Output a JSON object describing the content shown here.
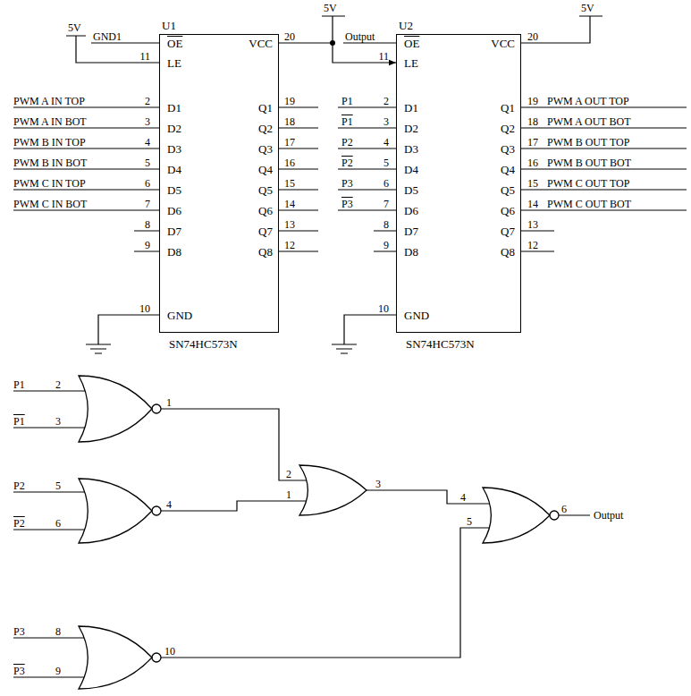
{
  "diagram": {
    "nodes": [
      {
        "text": [
          "U1",
          "OE",
          "LE",
          "D1",
          "D2",
          "D3",
          "D4",
          "D5",
          "D6",
          "D7",
          "D8",
          "GND",
          "VCC",
          "Q1",
          "Q2",
          "Q3",
          "Q4",
          "Q5",
          "Q6",
          "Q7",
          "Q8",
          "SN74HC573N"
        ]
      },
      {
        "text": [
          "U2",
          "OE",
          "LE",
          "D1",
          "D2",
          "D3",
          "D4",
          "D5",
          "D6",
          "D7",
          "D8",
          "GND",
          "VCC",
          "Q1",
          "Q2",
          "Q3",
          "Q4",
          "Q5",
          "Q6",
          "Q7",
          "Q8",
          "SN74HC573N"
        ]
      }
    ],
    "edges": [
      {
        "from": 0,
        "to": 1,
        "arrow": "to"
      }
    ],
    "labels": [
      "5V",
      "GND1",
      "11",
      "PWM A IN TOP",
      "2",
      "PWM A IN BOT",
      "3",
      "PWM B IN TOP",
      "4",
      "PWM B IN BOT",
      "5",
      "PWM C IN TOP",
      "6",
      "PWM C IN BOT",
      "7",
      "8",
      "9",
      "10",
      "20",
      "19",
      "18",
      "17",
      "16",
      "15",
      "14",
      "13",
      "12",
      "5V",
      "Output",
      "11",
      "P1",
      "2",
      "P1",
      "3",
      "P2",
      "4",
      "P2",
      "5",
      "P3",
      "6",
      "P3",
      "7",
      "8",
      "9",
      "10",
      "5V",
      "20",
      "19",
      "PWM A OUT TOP",
      "18",
      "PWM A OUT BOT",
      "17",
      "PWM B OUT TOP",
      "16",
      "PWM B OUT BOT",
      "15",
      "PWM C OUT TOP",
      "14",
      "PWM C OUT BOT",
      "13",
      "12",
      "P1",
      "2",
      "P1",
      "3",
      "1",
      "P2",
      "5",
      "P2",
      "6",
      "4",
      "P3",
      "8",
      "P3",
      "9",
      "10",
      "2",
      "1",
      "3",
      "4",
      "5",
      "6",
      "Output"
    ]
  }
}
